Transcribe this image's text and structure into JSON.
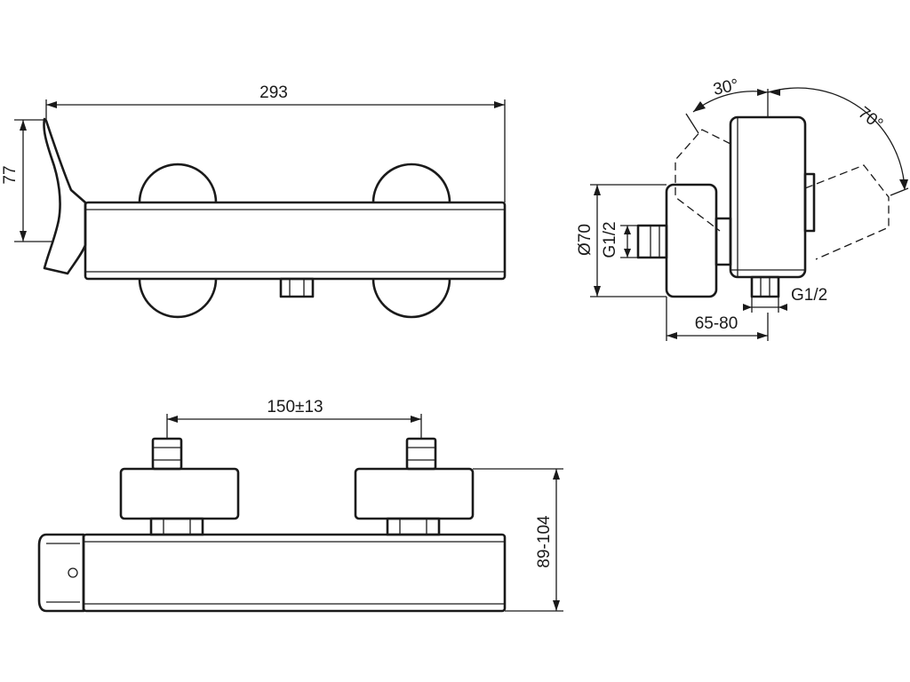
{
  "dimensions": {
    "overall_length": "293",
    "lever_height": "77",
    "angle_back": "30°",
    "angle_forward": "70°",
    "escutcheon_diameter": "Ø70",
    "inlet_thread": "G1/2",
    "outlet_thread": "G1/2",
    "wall_projection": "65-80",
    "inlet_spacing": "150±13",
    "body_depth": "89-104"
  }
}
